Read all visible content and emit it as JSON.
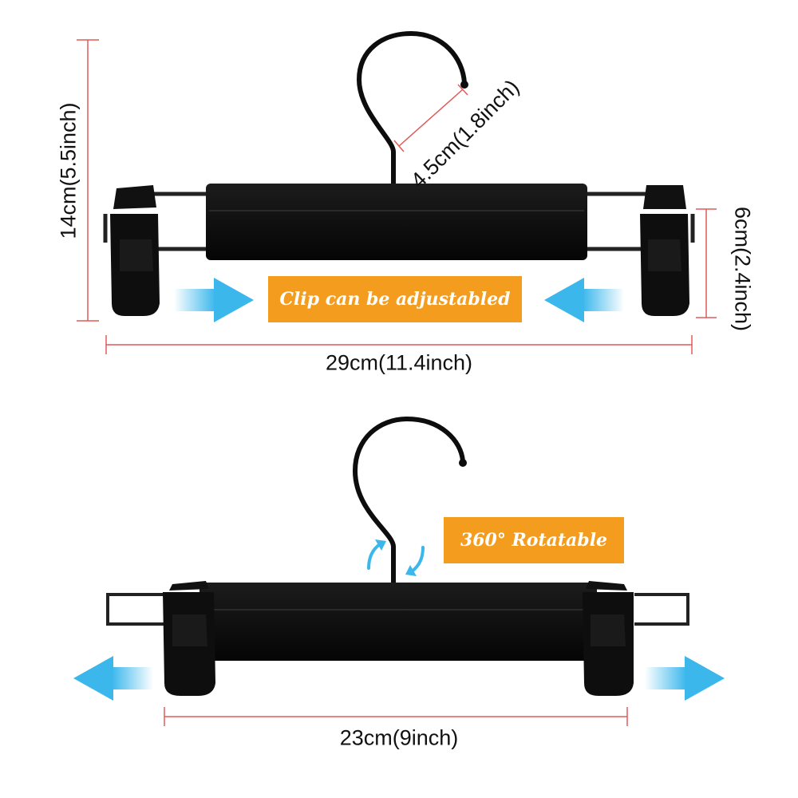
{
  "top_hanger": {
    "height_label": "14cm(5.5inch)",
    "hook_label": "4.5cm(1.8inch)",
    "clip_label": "6cm(2.4inch)",
    "width_label": "29cm(11.4inch)",
    "feature_label": "Clip can be adjustabled"
  },
  "bottom_hanger": {
    "feature_label": "360°  Rotatable",
    "width_label": "23cm(9inch)"
  },
  "colors": {
    "hanger": "#0d0d0d",
    "dimension_line": "#e05a5a",
    "label_background": "#f39c1e",
    "arrow": "#3bb7ec"
  },
  "icons": [
    "arrow-right-icon",
    "arrow-left-icon",
    "rotate-arrow-icon"
  ]
}
